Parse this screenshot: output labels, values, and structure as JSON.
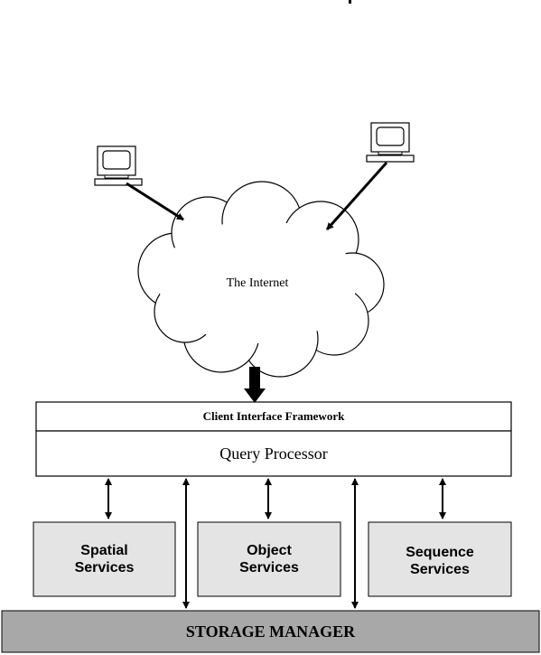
{
  "internet": {
    "label": "The Internet"
  },
  "framework": {
    "client_interface_label": "Client Interface Framework",
    "query_processor_label": "Query Processor"
  },
  "services": [
    {
      "line1": "Spatial",
      "line2": "Services"
    },
    {
      "line1": "Object",
      "line2": "Services"
    },
    {
      "line1": "Sequence",
      "line2": "Services"
    }
  ],
  "storage": {
    "label": "STORAGE MANAGER"
  },
  "colors": {
    "service_fill": "#e4e4e4",
    "storage_fill": "#a8a8a8",
    "line": "#000000"
  },
  "icons": [
    "computer-terminal-icon",
    "computer-terminal-icon",
    "cloud-icon"
  ]
}
